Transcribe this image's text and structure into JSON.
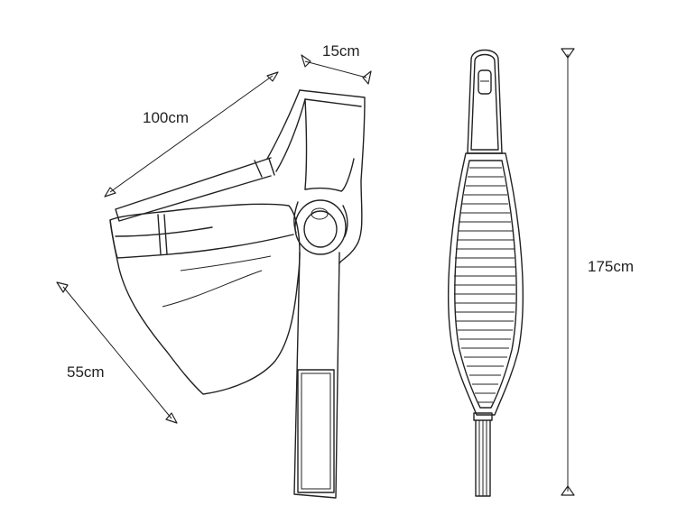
{
  "dimensions": {
    "strap_width": "15cm",
    "strap_length": "100cm",
    "pouch_depth": "55cm",
    "total_length": "175cm"
  }
}
